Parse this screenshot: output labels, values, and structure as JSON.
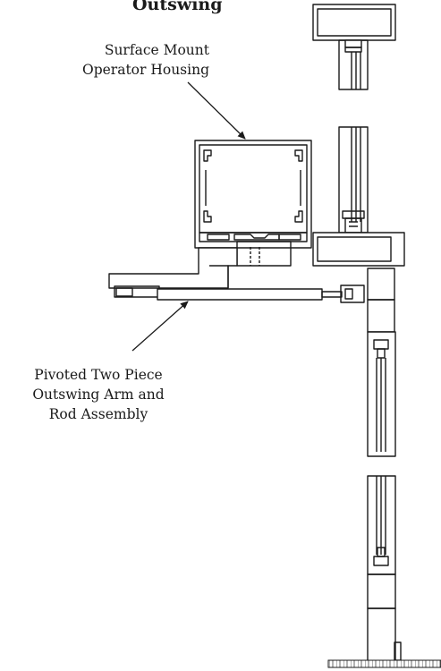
{
  "diagram": {
    "title": "Outswing",
    "labels": {
      "housing": [
        "Surface Mount",
        "Operator Housing"
      ],
      "arm": [
        "Pivoted Two Piece",
        "Outswing Arm and",
        "Rod Assembly"
      ]
    },
    "colors": {
      "line": "#1a1a1a",
      "fill": "#ffffff",
      "hatch": "#555555"
    }
  }
}
